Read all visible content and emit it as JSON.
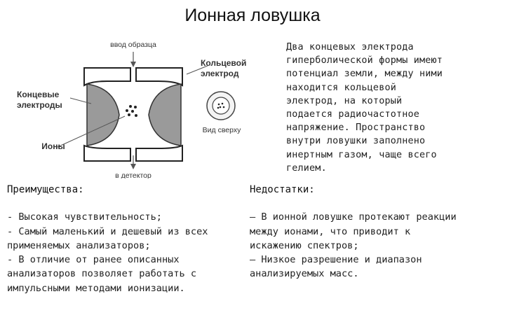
{
  "title": "Ионная ловушка",
  "figure": {
    "sample_input": "ввод образца",
    "ring_electrode": [
      "Кольцевой",
      "электрод"
    ],
    "end_electrodes": [
      "Концевые",
      "электроды"
    ],
    "top_view": "Вид сверху",
    "ions": "Ионы",
    "to_detector": "в детектор"
  },
  "caption": [
    "Два концевых электрода",
    "гиперболической формы имеют",
    "потенциал земли, между ними",
    "находится кольцевой",
    "электрод, на который",
    "подается радиочастотное",
    "напряжение. Пространство",
    "внутри ловушки заполнено",
    "инертным газом, чаще всего",
    "гелием."
  ],
  "advantages": {
    "heading": "Преимущества:",
    "lines": [
      "- Высокая чувствительность;",
      "- Самый маленький и дешевый из всех",
      "применяемых анализаторов;",
      "- В отличие от ранее описанных",
      "анализаторов позволяет работать с",
      "импульсными методами ионизации."
    ]
  },
  "disadvantages": {
    "heading": "Недостатки:",
    "lines": [
      "– В ионной ловушке протекают реакции",
      "между ионами, что приводит к",
      "искажению спектров;",
      "– Низкое разрешение и диапазон",
      "анализируемых масс."
    ]
  }
}
